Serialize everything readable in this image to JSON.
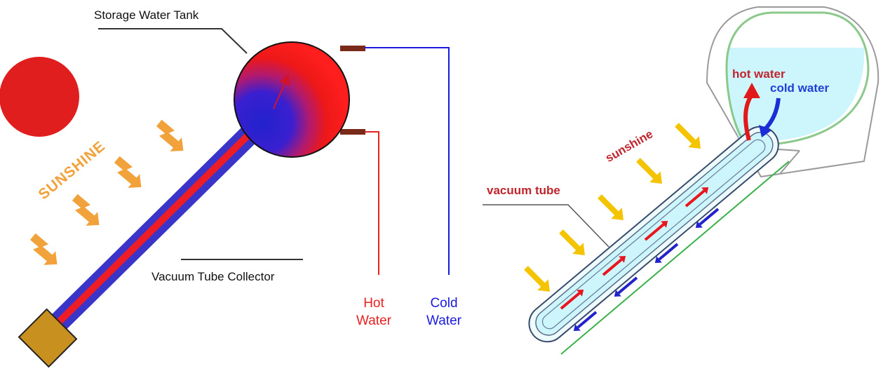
{
  "left_diagram": {
    "storage_tank_label": "Storage Water Tank",
    "collector_label": "Vacuum Tube Collector",
    "sunshine_label": "SUNSHINE",
    "hot_water_label_line1": "Hot",
    "hot_water_label_line2": "Water",
    "cold_water_label_line1": "Cold",
    "cold_water_label_line2": "Water"
  },
  "right_diagram": {
    "vacuum_tube_label": "vacuum tube",
    "sunshine_label": "sunshine",
    "hot_water_label": "hot water",
    "cold_water_label": "cold water"
  },
  "colors": {
    "hot": "#e8141e",
    "cold": "#2222cc",
    "sun": "#e01e1e",
    "sun_arrows": "#f2a23a",
    "yellow_arrows": "#f5c400",
    "water": "#ccf6fb",
    "tank_outline": "#8bc98b",
    "base": "#c8901e"
  },
  "icons": {
    "sun": "sun-circle",
    "left_arrows": "zigzag-arrow",
    "right_arrows": "sunbeam-arrow"
  }
}
